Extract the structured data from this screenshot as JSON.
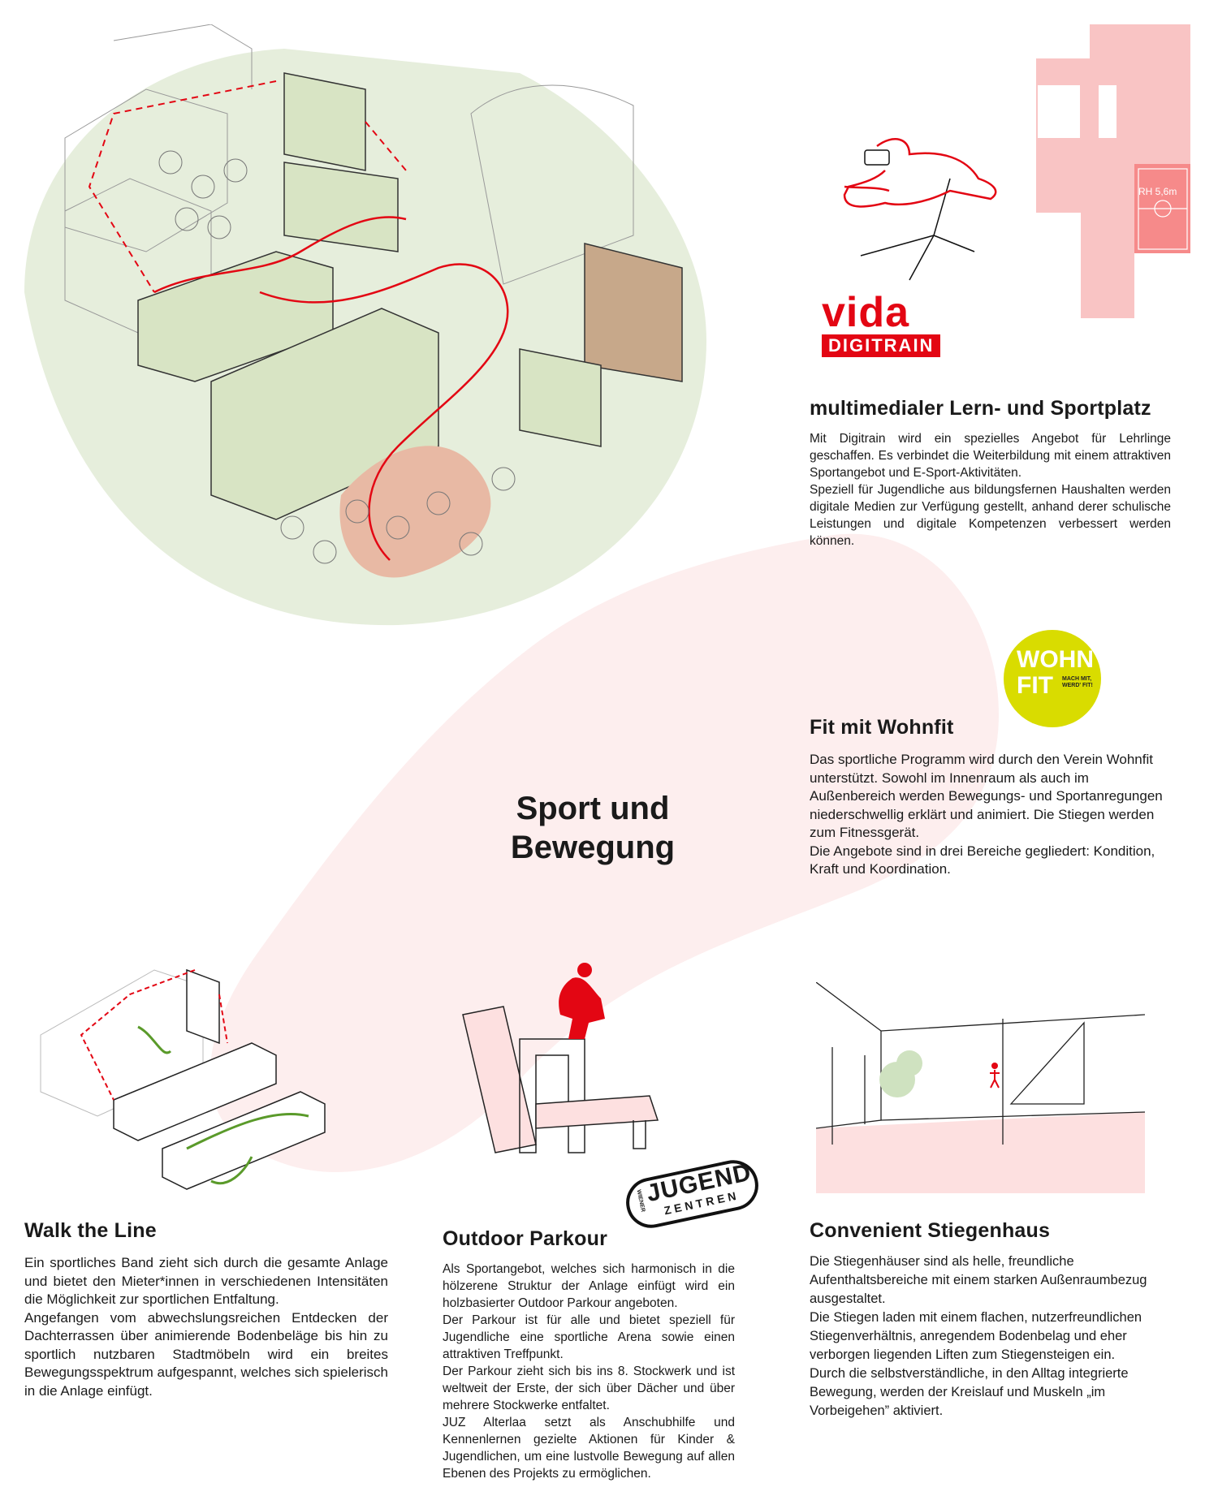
{
  "colors": {
    "accent_red": "#e30613",
    "blob_pink": "#fdeeee",
    "plan_pink": "#f9c4c4",
    "wohnfit_yellow": "#d9dc00",
    "green_path": "#5a9a2a",
    "ground_green": "#e6eedc"
  },
  "center_title": {
    "line1": "Sport und",
    "line2": "Bewegung"
  },
  "digitrain": {
    "logo_main": "vida",
    "logo_sub": "DIGITRAIN",
    "plan_label": "RH 5,6m",
    "title": "multimedialer Lern- und Sportplatz",
    "paragraphs": [
      "Mit Digitrain wird ein spezielles Angebot für Lehrlinge geschaffen. Es verbindet die Weiterbildung mit einem attraktiven Sportangebot und E-Sport-Aktivitäten.",
      "Speziell für Jugendliche aus bildungsfernen Haushalten werden digitale Medien zur Verfügung gestellt, anhand derer schulische Leistungen und digitale Kompetenzen verbessert werden können."
    ]
  },
  "wohnfit": {
    "logo_line1": "WOHN",
    "logo_line2": "FIT",
    "logo_slogan": "MACH MIT, WERD' FIT!",
    "title": "Fit mit Wohnfit",
    "paragraphs": [
      "Das sportliche Programm wird durch den Verein Wohnfit unterstützt. Sowohl im Innenraum als auch im Außenbereich werden Bewegungs- und Sportanregungen niederschwellig erklärt und animiert. Die Stiegen werden zum Fitnessgerät.",
      "Die Angebote sind in drei Bereiche gegliedert: Kondition, Kraft und Koordination."
    ]
  },
  "walk_the_line": {
    "title": "Walk the Line",
    "paragraphs": [
      "Ein sportliches Band zieht sich durch die gesamte Anlage und bietet den Mieter*innen in verschiedenen Intensitäten die Möglichkeit zur sportlichen Entfaltung.",
      "Angefangen vom abwechslungsreichen Entdecken der Dachterrassen über animierende Bodenbeläge bis hin zu sportlich nutzbaren Stadtmöbeln wird ein breites Bewegungsspektrum aufgespannt, welches sich spielerisch in die Anlage einfügt."
    ]
  },
  "parkour": {
    "logo_main": "JUGEND",
    "logo_sub": "ZENTREN",
    "logo_side": "WIENER",
    "title": "Outdoor Parkour",
    "paragraphs": [
      "Als Sportangebot, welches sich harmonisch in die hölzerene Struktur der Anlage einfügt wird ein holzbasierter Outdoor Parkour angeboten.",
      "Der Parkour ist für alle und bietet speziell für Jugendliche eine sportliche Arena sowie einen attraktiven Treffpunkt.",
      "Der Parkour zieht sich bis ins 8. Stockwerk und ist weltweit der Erste, der sich über Dächer und über mehrere Stockwerke entfaltet.",
      "JUZ Alterlaa setzt als Anschubhilfe und Kennenlernen gezielte Aktionen für Kinder & Jugendlichen, um eine lustvolle Bewegung auf allen Ebenen des Projekts zu ermöglichen."
    ]
  },
  "stiegenhaus": {
    "title": "Convenient Stiegenhaus",
    "paragraphs": [
      "Die Stiegenhäuser sind als helle, freundliche Aufenthaltsbereiche mit einem starken Außenraumbezug ausgestaltet.",
      "Die Stiegen laden mit einem flachen, nutzerfreundlichen Stiegenverhältnis, anregendem Bodenbelag und eher verborgen liegenden Liften zum Stiegensteigen ein.",
      "Durch die selbstverständliche, in den Alltag integrierte Bewegung, werden der Kreislauf und Muskeln „im Vorbeigehen” aktiviert."
    ]
  }
}
